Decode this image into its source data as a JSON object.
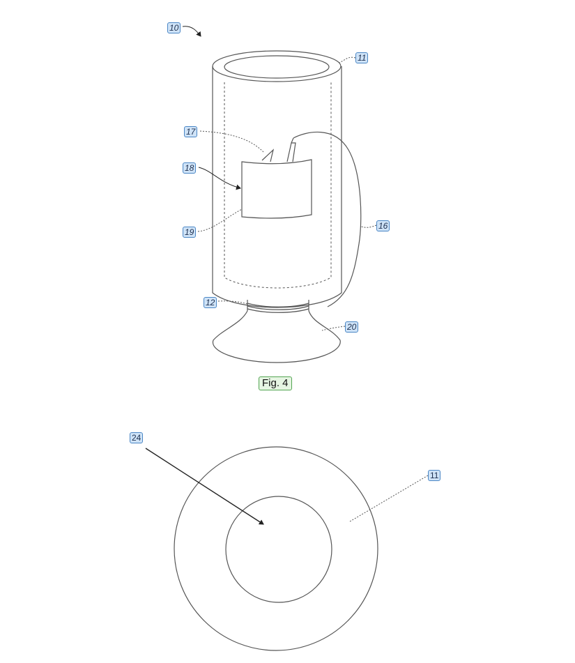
{
  "figure_4": {
    "caption": "Fig. 4",
    "labels": {
      "ref_10": "10",
      "ref_11": "11",
      "ref_12": "12",
      "ref_16": "16",
      "ref_17": "17",
      "ref_18": "18",
      "ref_19": "19",
      "ref_20": "20"
    }
  },
  "top_view": {
    "labels": {
      "ref_24": "24",
      "ref_11": "11"
    }
  },
  "colors": {
    "line": "#555555",
    "label_fill": "#cfe3f7",
    "label_border": "#4a86c5",
    "caption_fill": "#e6f5e3",
    "caption_border": "#53a552"
  }
}
